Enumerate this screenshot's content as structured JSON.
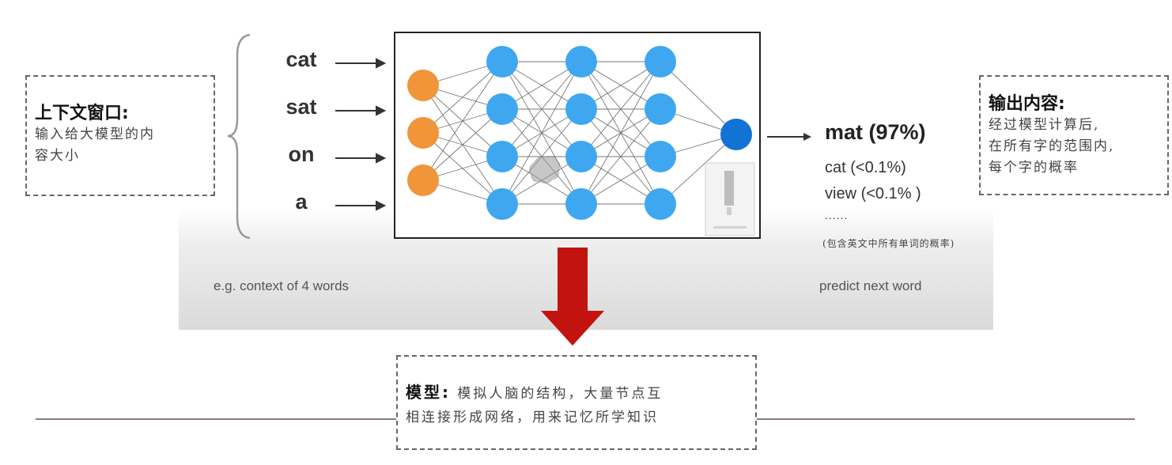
{
  "context_box": {
    "title": "上下文窗口:",
    "line1": "输入给大模型的内",
    "line2": "容大小"
  },
  "inputs": [
    "cat",
    "sat",
    "on",
    "a"
  ],
  "caption_left": "e.g. context of 4 words",
  "caption_right": "predict next word",
  "prediction": {
    "main": "mat (97%)",
    "alternatives": [
      "cat (<0.1%)",
      "view (<0.1% )"
    ],
    "ellipsis": "......",
    "note": "(包含英文中所有单词的概率)"
  },
  "output_box": {
    "title": "输出内容:",
    "lines": [
      "经过模型计算后,",
      "在所有字的范围内,",
      "每个字的概率"
    ]
  },
  "model_box": {
    "title": "模型:",
    "line1_rest": "模拟人脑的结构，大量节点互",
    "line2": "相连接形成网络，用来记忆所学知识"
  },
  "colors": {
    "input_node": "#f0953a",
    "hidden_node": "#3fa7f0",
    "output_node": "#1173d4",
    "arrow_red": "#c2130f",
    "edge": "#777777"
  },
  "icons": {
    "arrow": "right-arrow-icon",
    "big_arrow": "down-arrow-icon"
  }
}
